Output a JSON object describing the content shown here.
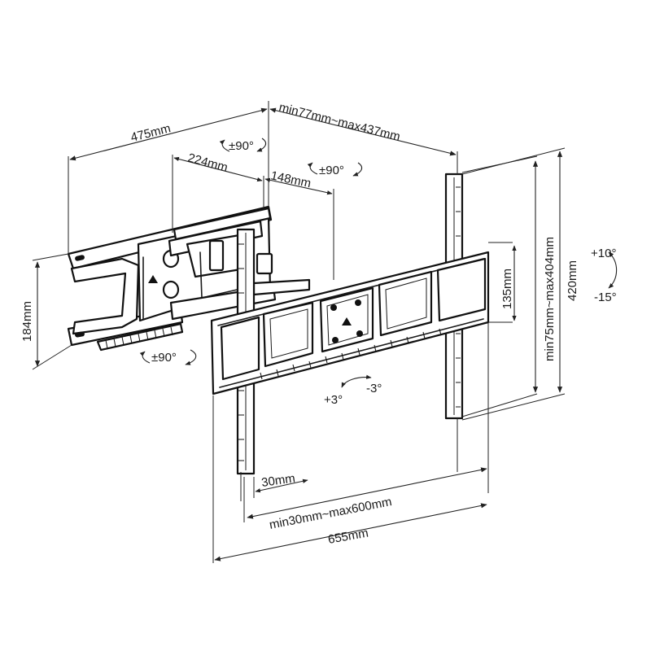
{
  "dimensions": {
    "arm_reach": "475mm",
    "wall_depth": "min77mm~max437mm",
    "arm_inner": "224mm",
    "arm_second": "148mm",
    "wall_height": "184mm",
    "vesa_vertical": "min75mm~max404mm",
    "plate_height": "420mm",
    "arm_height": "135mm",
    "rail_offset": "30mm",
    "vesa_horizontal": "min30mm~max600mm",
    "total_width": "655mm"
  },
  "rotations": {
    "swivel_top": "±90°",
    "swivel_mid": "±90°",
    "swivel_bottom": "±90°",
    "tilt_up": "+10°",
    "tilt_down": "-15°",
    "level_plus": "+3°",
    "level_minus": "-3°"
  }
}
